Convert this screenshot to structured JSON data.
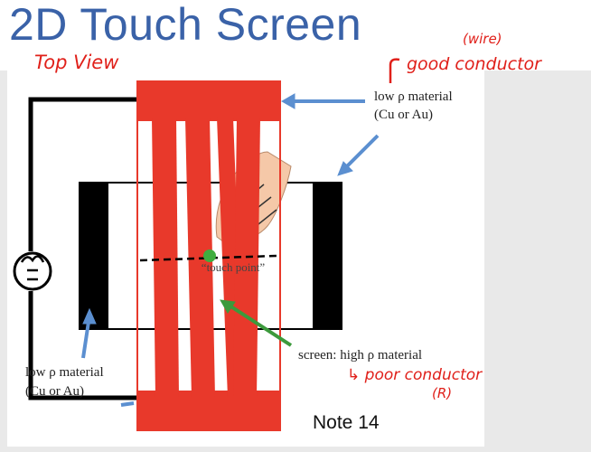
{
  "slide": {
    "title": "2D Touch Screen",
    "note": "Note 14"
  },
  "labels": {
    "top_right_material": "low ρ material",
    "top_right_material_sub": "(Cu or Au)",
    "bottom_left_material": "low ρ material",
    "bottom_left_material_sub": "(Cu or Au)",
    "screen_material": "screen: high ρ material",
    "touch_point": "“touch point”"
  },
  "annotations": {
    "top_view": "Top View",
    "wire": "(wire)",
    "good_conductor": "good conductor",
    "poor_conductor": "↳ poor conductor",
    "resistance": "(R)"
  },
  "colors": {
    "title": "#3a62a8",
    "strip_red": "#e8392b",
    "handwriting_red": "#e0201a",
    "arrow_blue": "#5b8fd0",
    "arrow_green": "#3c9a3c",
    "contact_point": "#3fae3f"
  }
}
